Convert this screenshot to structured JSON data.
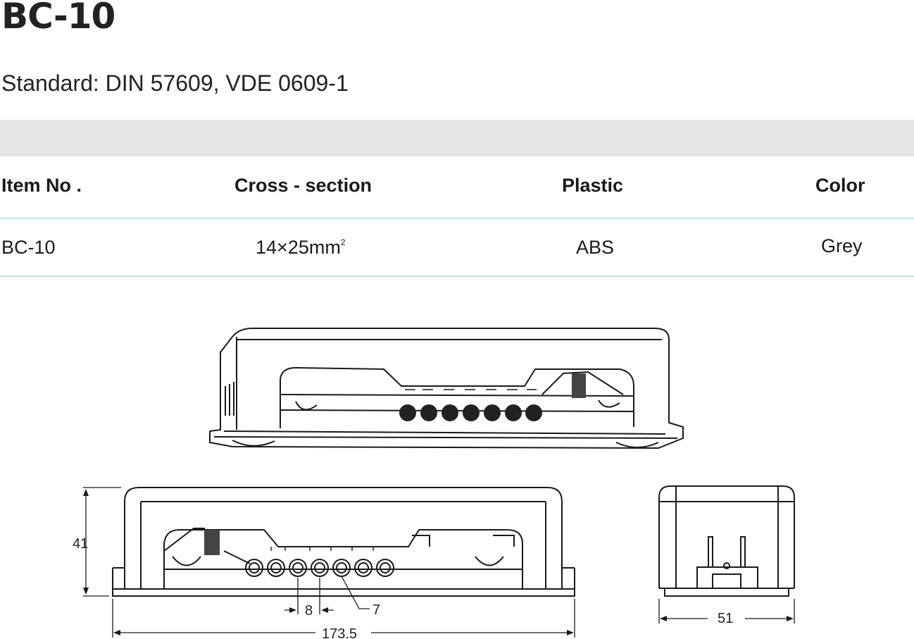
{
  "title": "BC-10",
  "standard": "Standard: DIN 57609, VDE 0609-1",
  "table": {
    "headers": [
      "Item No .",
      "Cross - section",
      "Plastic",
      "Color"
    ],
    "row": {
      "item_no": "BC-10",
      "cross_section": "14×25mm",
      "cross_section_sup": "2",
      "plastic": "ABS",
      "color": "Grey"
    }
  },
  "dimensions": {
    "height": "41",
    "hole_pitch": "8",
    "hole_dia": "7",
    "length": "173.5",
    "width": "51"
  }
}
